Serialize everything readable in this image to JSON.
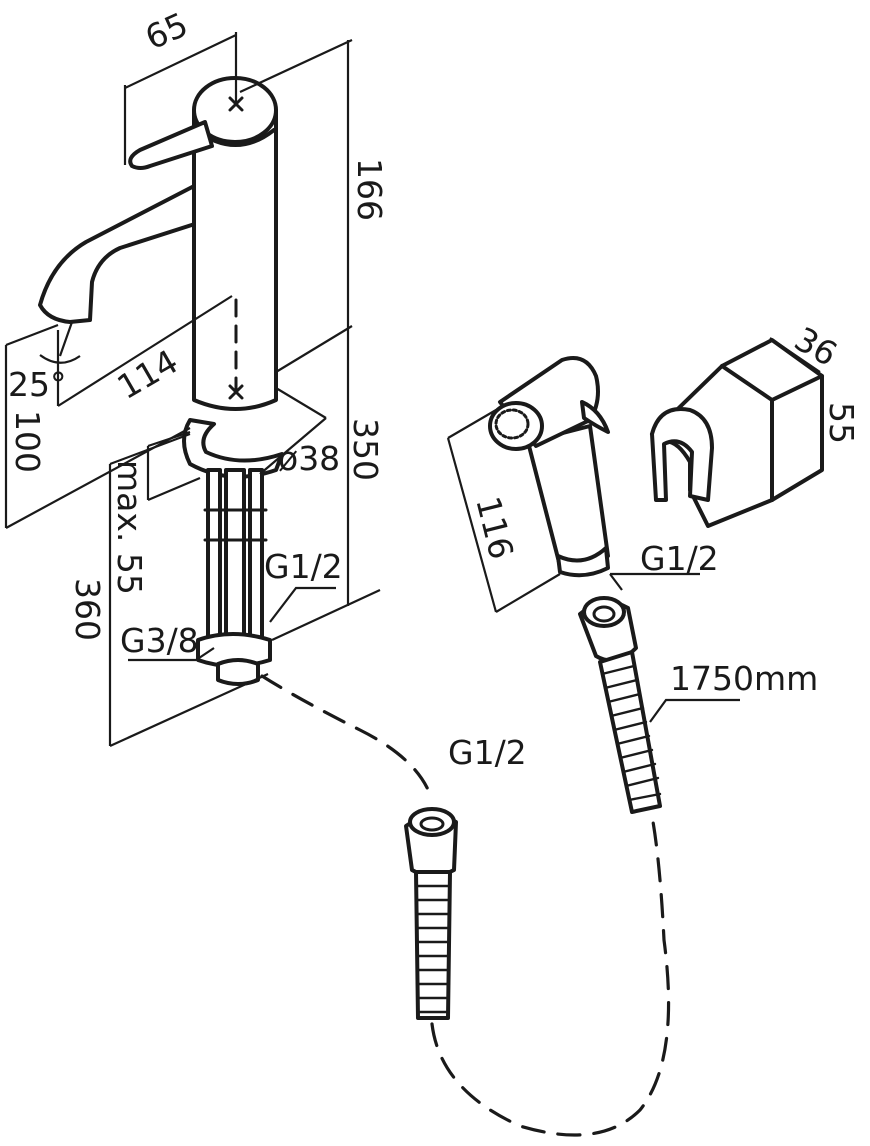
{
  "dimensions": {
    "lever_length": "65",
    "body_height": "166",
    "spout_reach": "114",
    "spout_angle": "25°",
    "spout_height": "100",
    "hose_length_tap": "350",
    "base_diameter": "ø38",
    "max_deck": "max. 55",
    "tail_length": "360",
    "connection_g12_tap": "G1/2",
    "connection_g38": "G3/8",
    "sprayer_length": "116",
    "holder_width": "36",
    "holder_height": "55",
    "connection_g12_sprayer": "G1/2",
    "connection_g12_hose": "G1/2",
    "hose_length": "1750mm"
  },
  "colors": {
    "line": "#1a1a1a",
    "background": "#ffffff"
  }
}
